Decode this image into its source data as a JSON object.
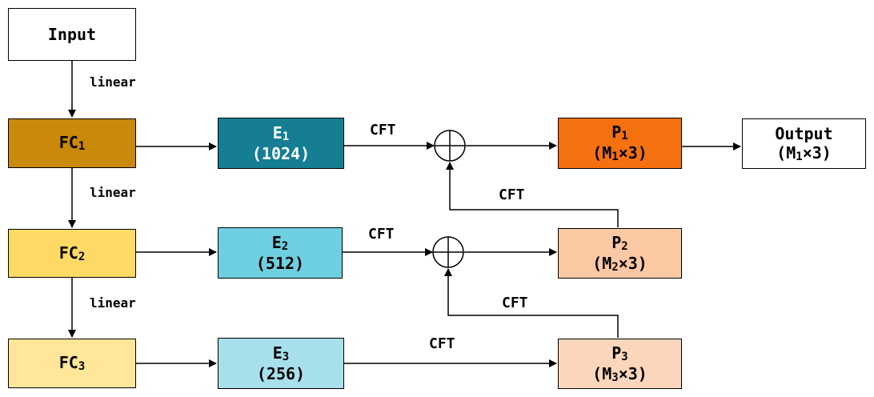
{
  "nodes": {
    "input": {
      "label": "Input",
      "color": "#ffffff"
    },
    "fc1": {
      "label": "FC",
      "sub": "1",
      "color": "#c9890a"
    },
    "fc2": {
      "label": "FC",
      "sub": "2",
      "color": "#ffd966"
    },
    "fc3": {
      "label": "FC",
      "sub": "3",
      "color": "#ffe699"
    },
    "e1": {
      "label": "E",
      "sub": "1",
      "line2": "(1024)",
      "color": "#157e93"
    },
    "e2": {
      "label": "E",
      "sub": "2",
      "line2": "(512)",
      "color": "#6ecfe0"
    },
    "e3": {
      "label": "E",
      "sub": "3",
      "line2": "(256)",
      "color": "#a7dfea"
    },
    "p1": {
      "label": "P",
      "sub": "1",
      "line2_pre": "(M",
      "line2_post": "×3)",
      "color": "#f5700f"
    },
    "p2": {
      "label": "P",
      "sub": "2",
      "line2_pre": "(M",
      "line2_post": "×3)",
      "color": "#fbc8a4"
    },
    "p3": {
      "label": "P",
      "sub": "3",
      "line2_pre": "(M",
      "line2_post": "×3)",
      "color": "#fcd6bc"
    },
    "output": {
      "label": "Output",
      "sub": "1",
      "line2_pre": "(M",
      "line2_post": "×3)",
      "color": "#ffffff"
    }
  },
  "edge_labels": {
    "linear_1": "linear",
    "linear_2": "linear",
    "linear_3": "linear",
    "cft_e1": "CFT",
    "cft_e2": "CFT",
    "cft_e3": "CFT",
    "cft_p2": "CFT",
    "cft_p3": "CFT"
  }
}
